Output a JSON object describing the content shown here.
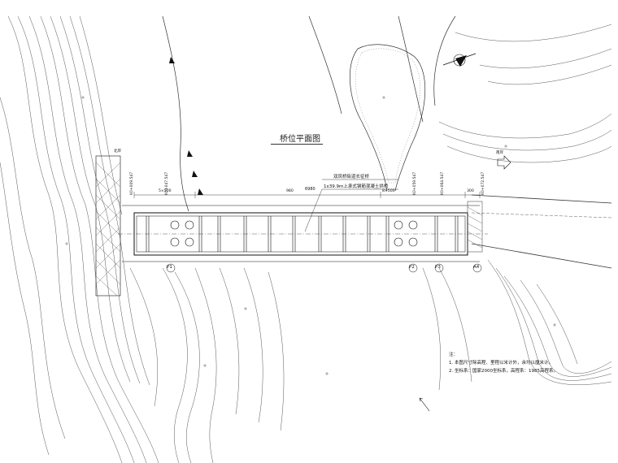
{
  "drawing": {
    "title": "桥位平面图",
    "bridge_name": "双凤桥街道长征桥",
    "bridge_type": "1x39.9m上承式钢筋混凝土拱桥",
    "total_length": "6980",
    "span_labels": {
      "left": "5×500",
      "center": "980",
      "right": "8×500",
      "right_end": "300"
    },
    "pier_labels": [
      "P1",
      "P2",
      "P3",
      "A4"
    ],
    "station_labels": [
      "K0+009.547",
      "K0+047.547",
      "K0+059.547",
      "K0+064.547",
      "K0+072.547"
    ],
    "side_labels": {
      "north": "北岸",
      "east": "南岸"
    },
    "notes": {
      "heading": "注：",
      "items": [
        "1. 本图尺寸除高程、里程以米计外，余均以厘米计。",
        "2. 坐标系：国家2000坐标系，高程系：1985高程系。"
      ]
    }
  }
}
